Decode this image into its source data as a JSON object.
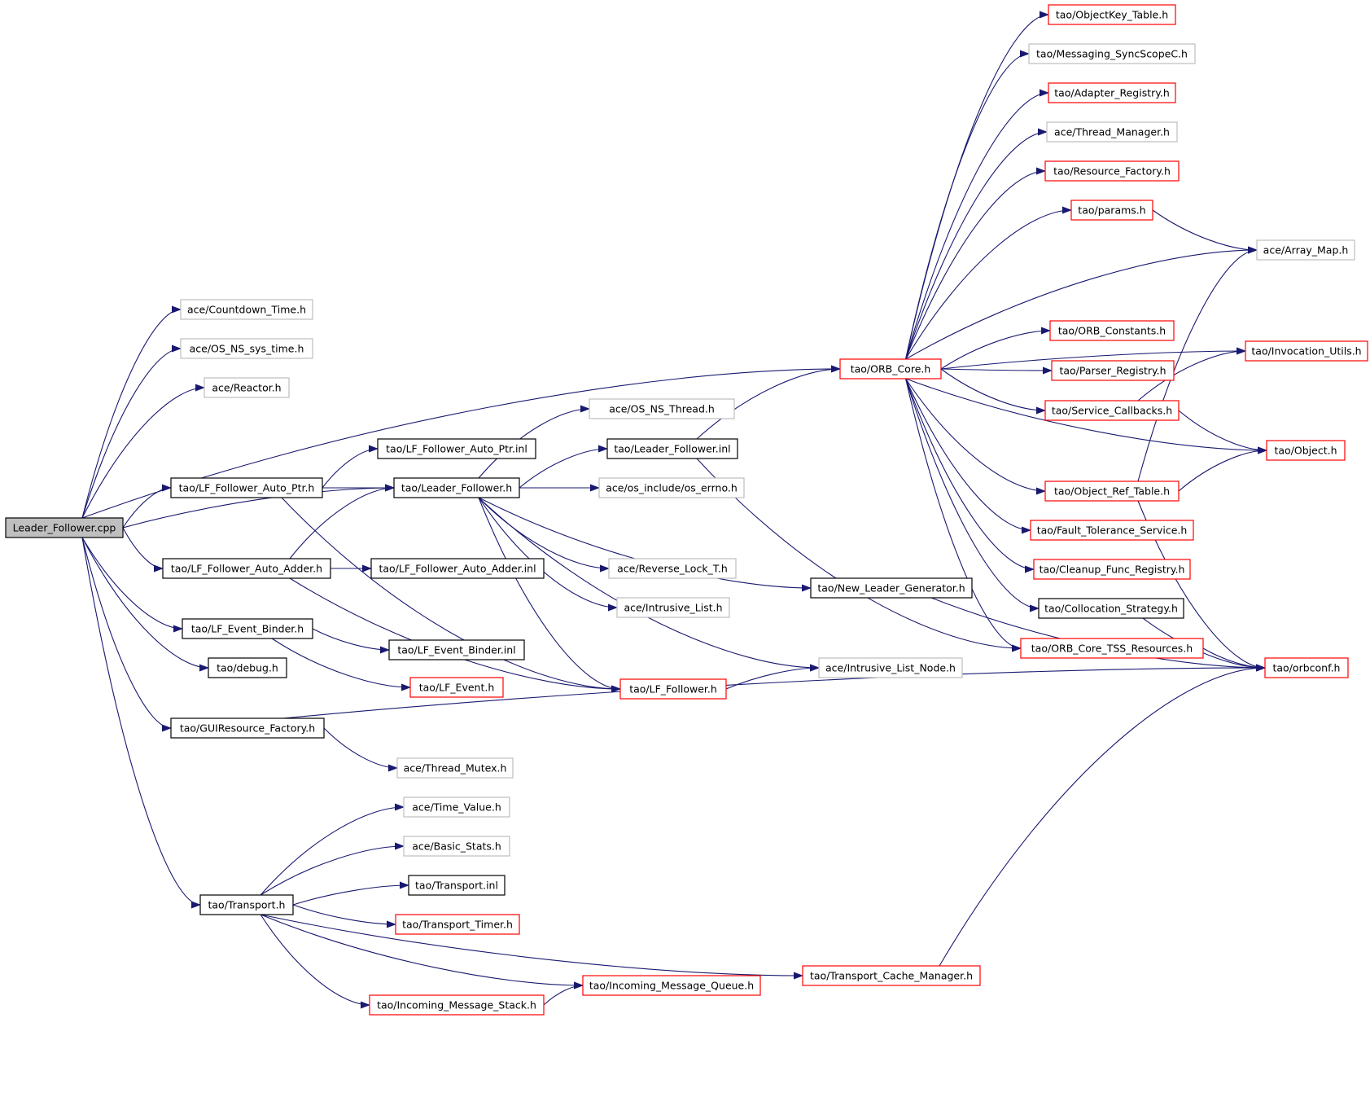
{
  "diagram": {
    "colors": {
      "edge": "#191970",
      "root_fill": "#bfbfbf",
      "border_documented": "#000000",
      "border_truncated": "#ff0000",
      "border_external": "#bfbfbf"
    },
    "nodes": [
      {
        "id": "root",
        "label": "Leader_Follower.cpp",
        "style": "root"
      },
      {
        "id": "countdown",
        "label": "ace/Countdown_Time.h",
        "style": "external"
      },
      {
        "id": "os_ns_sys_time",
        "label": "ace/OS_NS_sys_time.h",
        "style": "external"
      },
      {
        "id": "reactor",
        "label": "ace/Reactor.h",
        "style": "external"
      },
      {
        "id": "lf_auto_ptr_inl",
        "label": "tao/LF_Follower_Auto_Ptr.inl",
        "style": "documented"
      },
      {
        "id": "lf_auto_ptr_h",
        "label": "tao/LF_Follower_Auto_Ptr.h",
        "style": "documented"
      },
      {
        "id": "leader_follower_h",
        "label": "tao/Leader_Follower.h",
        "style": "documented"
      },
      {
        "id": "lf_auto_adder_h",
        "label": "tao/LF_Follower_Auto_Adder.h",
        "style": "documented"
      },
      {
        "id": "lf_auto_adder_inl",
        "label": "tao/LF_Follower_Auto_Adder.inl",
        "style": "documented"
      },
      {
        "id": "lf_event_binder_h",
        "label": "tao/LF_Event_Binder.h",
        "style": "documented"
      },
      {
        "id": "lf_event_binder_inl",
        "label": "tao/LF_Event_Binder.inl",
        "style": "documented"
      },
      {
        "id": "debug_h",
        "label": "tao/debug.h",
        "style": "documented"
      },
      {
        "id": "lf_event_h",
        "label": "tao/LF_Event.h",
        "style": "truncated"
      },
      {
        "id": "gui_factory",
        "label": "tao/GUIResource_Factory.h",
        "style": "documented"
      },
      {
        "id": "thread_mutex",
        "label": "ace/Thread_Mutex.h",
        "style": "external"
      },
      {
        "id": "time_value",
        "label": "ace/Time_Value.h",
        "style": "external"
      },
      {
        "id": "basic_stats",
        "label": "ace/Basic_Stats.h",
        "style": "external"
      },
      {
        "id": "transport_inl",
        "label": "tao/Transport.inl",
        "style": "documented"
      },
      {
        "id": "transport_h",
        "label": "tao/Transport.h",
        "style": "documented"
      },
      {
        "id": "transport_timer",
        "label": "tao/Transport_Timer.h",
        "style": "truncated"
      },
      {
        "id": "incoming_queue",
        "label": "tao/Incoming_Message_Queue.h",
        "style": "truncated"
      },
      {
        "id": "incoming_stack",
        "label": "tao/Incoming_Message_Stack.h",
        "style": "truncated"
      },
      {
        "id": "transport_cache",
        "label": "tao/Transport_Cache_Manager.h",
        "style": "truncated"
      },
      {
        "id": "os_ns_thread",
        "label": "ace/OS_NS_Thread.h",
        "style": "external"
      },
      {
        "id": "leader_follower_inl",
        "label": "tao/Leader_Follower.inl",
        "style": "documented"
      },
      {
        "id": "os_errno",
        "label": "ace/os_include/os_errno.h",
        "style": "external"
      },
      {
        "id": "reverse_lock",
        "label": "ace/Reverse_Lock_T.h",
        "style": "external"
      },
      {
        "id": "intrusive_list",
        "label": "ace/Intrusive_List.h",
        "style": "external"
      },
      {
        "id": "lf_follower_h",
        "label": "tao/LF_Follower.h",
        "style": "truncated"
      },
      {
        "id": "intrusive_list_node",
        "label": "ace/Intrusive_List_Node.h",
        "style": "external"
      },
      {
        "id": "new_leader_gen",
        "label": "tao/New_Leader_Generator.h",
        "style": "documented"
      },
      {
        "id": "orb_core",
        "label": "tao/ORB_Core.h",
        "style": "truncated"
      },
      {
        "id": "objectkey_table",
        "label": "tao/ObjectKey_Table.h",
        "style": "truncated"
      },
      {
        "id": "messaging_syncscope",
        "label": "tao/Messaging_SyncScopeC.h",
        "style": "external"
      },
      {
        "id": "adapter_registry",
        "label": "tao/Adapter_Registry.h",
        "style": "truncated"
      },
      {
        "id": "thread_manager",
        "label": "ace/Thread_Manager.h",
        "style": "external"
      },
      {
        "id": "resource_factory",
        "label": "tao/Resource_Factory.h",
        "style": "truncated"
      },
      {
        "id": "params_h",
        "label": "tao/params.h",
        "style": "truncated"
      },
      {
        "id": "array_map",
        "label": "ace/Array_Map.h",
        "style": "external"
      },
      {
        "id": "orb_constants",
        "label": "tao/ORB_Constants.h",
        "style": "truncated"
      },
      {
        "id": "invocation_utils",
        "label": "tao/Invocation_Utils.h",
        "style": "truncated"
      },
      {
        "id": "parser_registry",
        "label": "tao/Parser_Registry.h",
        "style": "truncated"
      },
      {
        "id": "service_callbacks",
        "label": "tao/Service_Callbacks.h",
        "style": "truncated"
      },
      {
        "id": "object_h",
        "label": "tao/Object.h",
        "style": "truncated"
      },
      {
        "id": "object_ref_table",
        "label": "tao/Object_Ref_Table.h",
        "style": "truncated"
      },
      {
        "id": "fault_tolerance",
        "label": "tao/Fault_Tolerance_Service.h",
        "style": "truncated"
      },
      {
        "id": "cleanup_func",
        "label": "tao/Cleanup_Func_Registry.h",
        "style": "truncated"
      },
      {
        "id": "collocation_strategy",
        "label": "tao/Collocation_Strategy.h",
        "style": "documented"
      },
      {
        "id": "orb_core_tss",
        "label": "tao/ORB_Core_TSS_Resources.h",
        "style": "truncated"
      },
      {
        "id": "orbconf",
        "label": "tao/orbconf.h",
        "style": "truncated"
      }
    ],
    "edges": [
      [
        "root",
        "countdown"
      ],
      [
        "root",
        "os_ns_sys_time"
      ],
      [
        "root",
        "reactor"
      ],
      [
        "root",
        "orb_core"
      ],
      [
        "root",
        "lf_auto_ptr_h"
      ],
      [
        "root",
        "leader_follower_h"
      ],
      [
        "root",
        "lf_auto_adder_h"
      ],
      [
        "root",
        "lf_event_binder_h"
      ],
      [
        "root",
        "debug_h"
      ],
      [
        "root",
        "gui_factory"
      ],
      [
        "root",
        "transport_h"
      ],
      [
        "lf_auto_ptr_h",
        "lf_auto_ptr_inl"
      ],
      [
        "lf_auto_ptr_h",
        "leader_follower_h"
      ],
      [
        "lf_auto_ptr_h",
        "lf_follower_h"
      ],
      [
        "lf_auto_adder_h",
        "lf_auto_adder_inl"
      ],
      [
        "lf_auto_adder_h",
        "leader_follower_h"
      ],
      [
        "lf_auto_adder_h",
        "lf_follower_h"
      ],
      [
        "lf_event_binder_h",
        "lf_event_binder_inl"
      ],
      [
        "lf_event_binder_h",
        "lf_event_h"
      ],
      [
        "gui_factory",
        "thread_mutex"
      ],
      [
        "gui_factory",
        "orbconf"
      ],
      [
        "transport_h",
        "time_value"
      ],
      [
        "transport_h",
        "basic_stats"
      ],
      [
        "transport_h",
        "transport_inl"
      ],
      [
        "transport_h",
        "transport_timer"
      ],
      [
        "transport_h",
        "incoming_queue"
      ],
      [
        "transport_h",
        "incoming_stack"
      ],
      [
        "transport_h",
        "transport_cache"
      ],
      [
        "incoming_stack",
        "incoming_queue"
      ],
      [
        "transport_cache",
        "orbconf"
      ],
      [
        "leader_follower_h",
        "os_ns_thread"
      ],
      [
        "leader_follower_h",
        "leader_follower_inl"
      ],
      [
        "leader_follower_h",
        "os_errno"
      ],
      [
        "leader_follower_h",
        "reverse_lock"
      ],
      [
        "leader_follower_h",
        "intrusive_list"
      ],
      [
        "leader_follower_h",
        "lf_follower_h"
      ],
      [
        "leader_follower_h",
        "intrusive_list_node"
      ],
      [
        "leader_follower_h",
        "new_leader_gen"
      ],
      [
        "leader_follower_inl",
        "orb_core"
      ],
      [
        "leader_follower_inl",
        "orb_core_tss"
      ],
      [
        "lf_follower_h",
        "intrusive_list_node"
      ],
      [
        "new_leader_gen",
        "orbconf"
      ],
      [
        "orb_core",
        "objectkey_table"
      ],
      [
        "orb_core",
        "messaging_syncscope"
      ],
      [
        "orb_core",
        "adapter_registry"
      ],
      [
        "orb_core",
        "thread_manager"
      ],
      [
        "orb_core",
        "resource_factory"
      ],
      [
        "orb_core",
        "params_h"
      ],
      [
        "orb_core",
        "array_map"
      ],
      [
        "orb_core",
        "invocation_utils"
      ],
      [
        "orb_core",
        "orb_constants"
      ],
      [
        "orb_core",
        "parser_registry"
      ],
      [
        "orb_core",
        "service_callbacks"
      ],
      [
        "orb_core",
        "object_h"
      ],
      [
        "orb_core",
        "object_ref_table"
      ],
      [
        "orb_core",
        "fault_tolerance"
      ],
      [
        "orb_core",
        "cleanup_func"
      ],
      [
        "orb_core",
        "collocation_strategy"
      ],
      [
        "orb_core",
        "orb_core_tss"
      ],
      [
        "params_h",
        "array_map"
      ],
      [
        "service_callbacks",
        "invocation_utils"
      ],
      [
        "service_callbacks",
        "object_h"
      ],
      [
        "object_ref_table",
        "object_h"
      ],
      [
        "object_ref_table",
        "array_map"
      ],
      [
        "object_ref_table",
        "orbconf"
      ],
      [
        "collocation_strategy",
        "orbconf"
      ],
      [
        "orb_core_tss",
        "orbconf"
      ]
    ]
  }
}
